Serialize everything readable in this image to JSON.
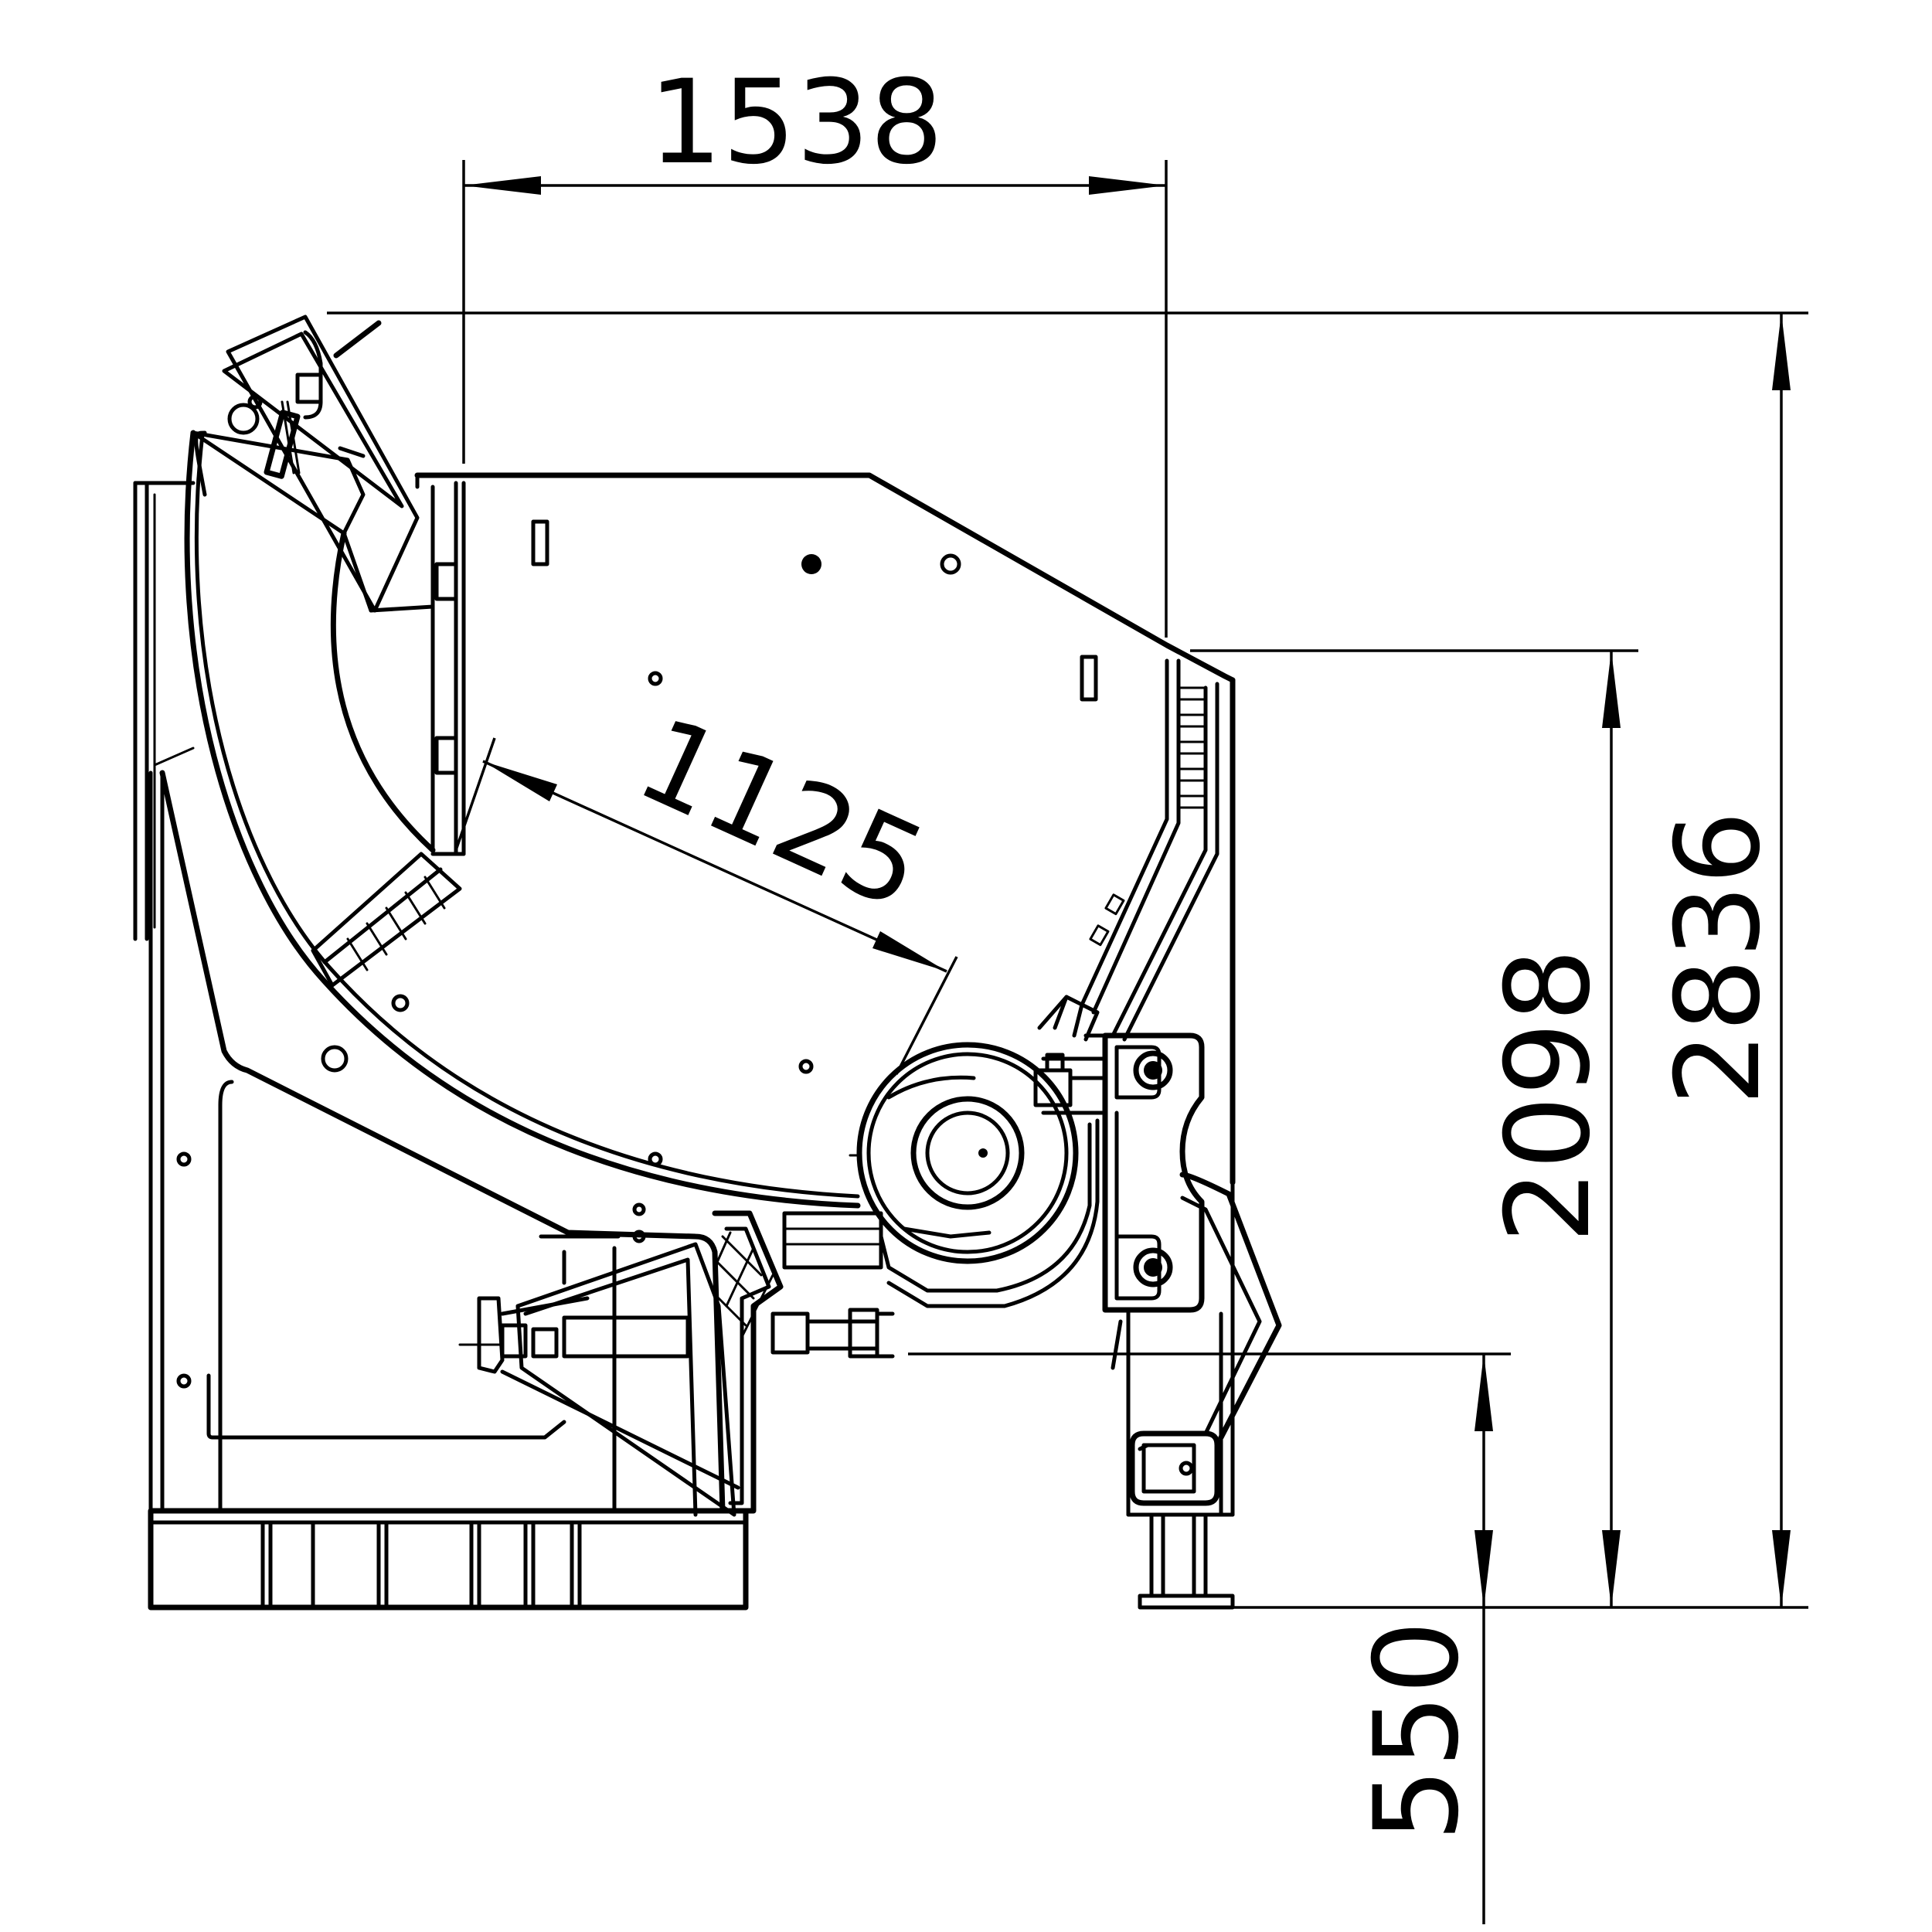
{
  "dimensions": {
    "top_width": "1538",
    "diagonal_reach": "1125",
    "height_2098": "2098",
    "height_2836": "2836",
    "height_550": "550"
  }
}
